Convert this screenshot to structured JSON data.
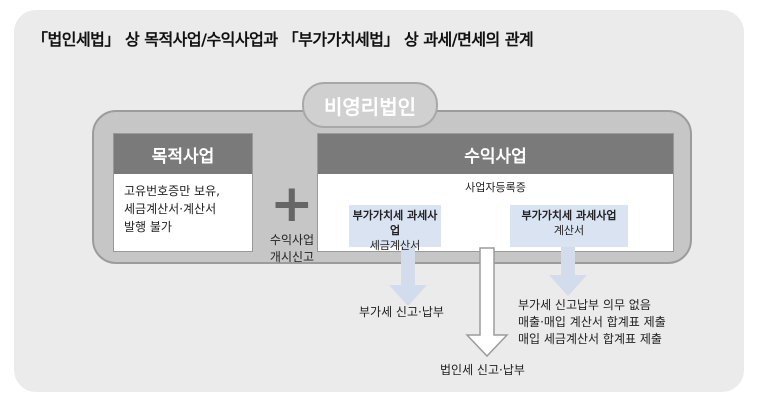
{
  "title": "「법인세법」 상 목적사업/수익사업과 「부가가치세법」 상 과세/면세의 관계",
  "org": "비영리법인",
  "purpose": {
    "header": "목적사업",
    "lines": [
      "고유번호증만 보유,",
      "세금계산서·계산서",
      "발행 불가"
    ]
  },
  "link": {
    "lines": [
      "수익사업",
      "개시신고"
    ]
  },
  "profit": {
    "header": "수익사업",
    "registration": "사업자등록증",
    "tags": [
      {
        "title": "부가가치세 과세사업",
        "sub": "세금계산서"
      },
      {
        "title": "부가가치세 과세사업",
        "sub": "계산서"
      }
    ]
  },
  "outcomes": {
    "vat": "부가세 신고·납부",
    "exempt": [
      "부가세 신고납부 의무 없음",
      "매출·매입 계산서 합계표 제출",
      "매입 세금계산서 합계표 제출"
    ],
    "corp": "법인세 신고·납부"
  }
}
